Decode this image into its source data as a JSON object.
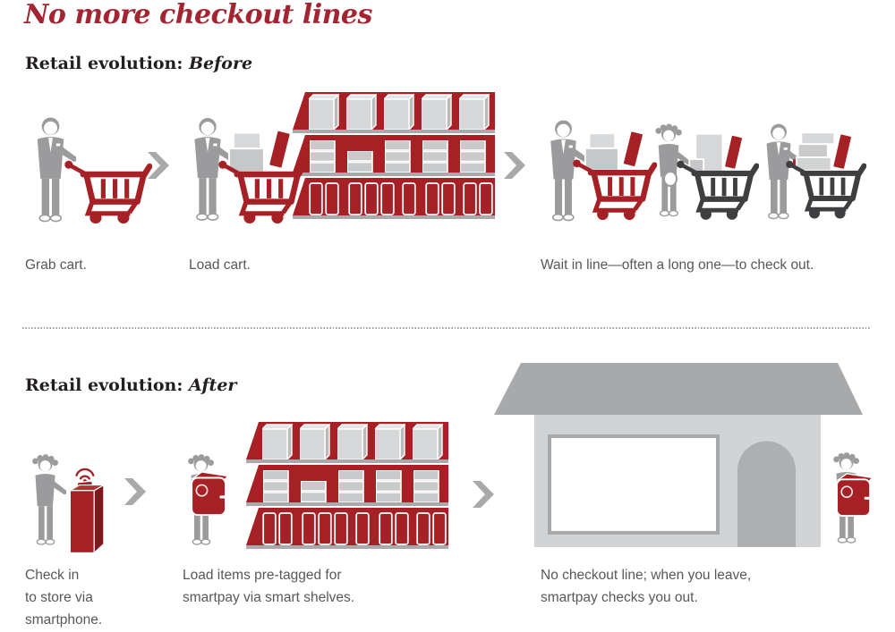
{
  "title": "No more checkout lines",
  "colors": {
    "title_red": "#a32531",
    "illustration_red": "#a52126",
    "figure_gray": "#9b9b9d",
    "dark_cart_gray": "#3f3e40",
    "caption_gray": "#57585a",
    "shelf_board_gray": "#a8a9ab",
    "store_body_gray": "#d2d3d5"
  },
  "icons": {
    "step_arrow": "chevron-right",
    "wifi_signal": "wireless-arcs",
    "figures": [
      "man-shopper",
      "woman-shopper",
      "shopping-cart",
      "store-shelf",
      "checkin-kiosk",
      "shopping-bag",
      "storefront"
    ]
  },
  "sections": {
    "before": {
      "heading": {
        "label": "Retail evolution:",
        "emphasis": "Before"
      },
      "steps": [
        {
          "caption": "Grab cart."
        },
        {
          "caption": "Load cart."
        },
        {
          "caption": "Wait in line—often a long one—to check out."
        }
      ]
    },
    "after": {
      "heading": {
        "label": "Retail evolution:",
        "emphasis": "After"
      },
      "steps": [
        {
          "caption": "Check in\nto store via\nsmartphone."
        },
        {
          "caption": "Load items pre-tagged for\nsmartpay via smart shelves."
        },
        {
          "caption": "No checkout line; when you leave,\nsmartpay checks you out."
        }
      ]
    }
  }
}
